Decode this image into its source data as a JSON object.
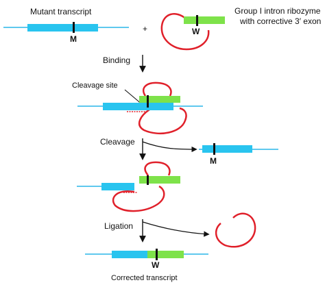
{
  "labels": {
    "mutant_transcript": "Mutant transcript",
    "plus": "+",
    "ribozyme_line1": "Group I intron ribozyme",
    "ribozyme_line2": "with corrective 3′ exon",
    "binding": "Binding",
    "cleavage_site": "Cleavage site",
    "cleavage": "Cleavage",
    "ligation": "Ligation",
    "corrected_transcript": "Corrected transcript",
    "mutant_mark": "M",
    "wildtype_mark": "W"
  },
  "colors": {
    "rna_line": "#29b6e8",
    "mutant_exon": "#29c4ef",
    "corrective_exon": "#7ee24a",
    "ribozyme": "#e0202a",
    "mark": "#111111",
    "arrow": "#111111"
  }
}
